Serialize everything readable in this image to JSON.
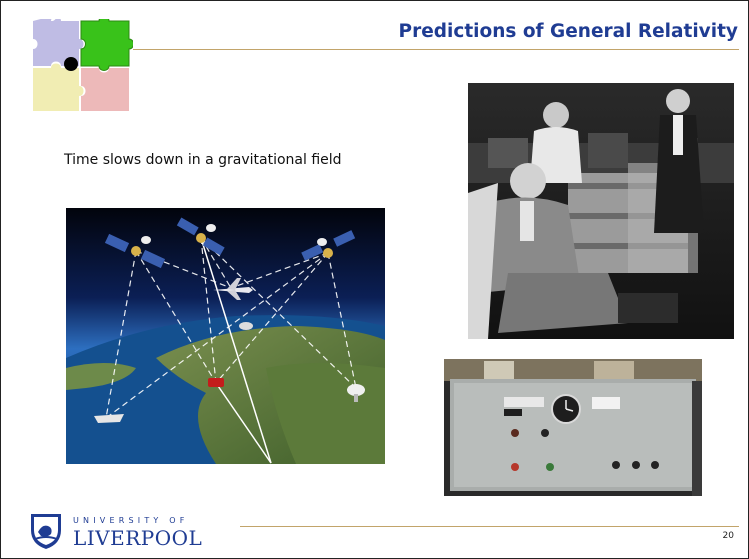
{
  "slide": {
    "title": "Predictions of General Relativity",
    "bullet": "Time slows down in a gravitational field",
    "page_number": "20"
  },
  "footer": {
    "university_label": "UNIVERSITY OF",
    "university_name": "LIVERPOOL"
  },
  "colors": {
    "title": "#1f3c93",
    "rule": "#c2a46a",
    "puzzle_blue": "#a9a6db",
    "puzzle_green": "#39c21a",
    "puzzle_red": "#e9a7a7",
    "puzzle_yellow": "#efeaa6"
  },
  "images": {
    "gps": "gps-satellite-network-illustration",
    "photo": "people-with-atomic-clocks-on-airplane-photo",
    "clock": "atomic-clock-panel-photo"
  },
  "icons": {
    "puzzle": "puzzle-pieces-icon",
    "crest": "liverpool-crest-icon"
  }
}
